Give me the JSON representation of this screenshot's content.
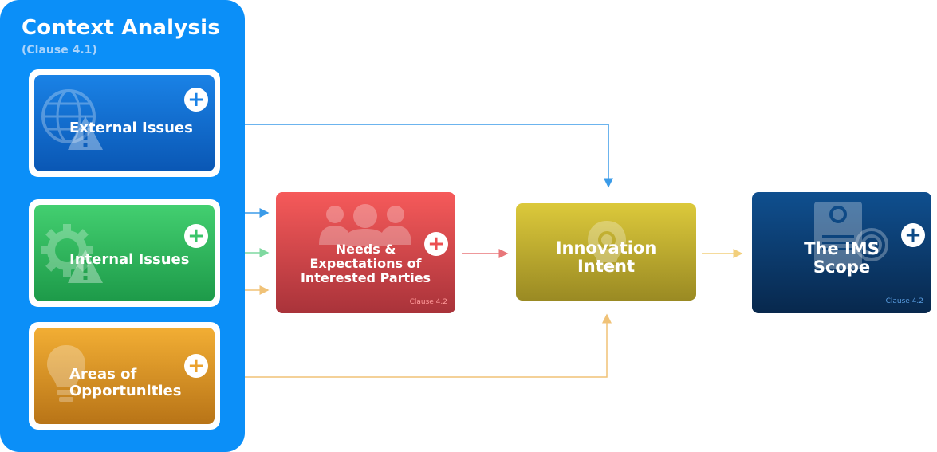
{
  "context_panel": {
    "title": "Context Analysis",
    "subtitle": "(Clause 4.1)",
    "color": "#0b8ff8"
  },
  "boxes": {
    "external": {
      "label": "External Issues",
      "plus": "+",
      "color": "#1a82e6",
      "icons": [
        "globe-icon",
        "warning-icon"
      ]
    },
    "internal": {
      "label": "Internal Issues",
      "plus": "+",
      "color": "#3bc56a",
      "icons": [
        "gear-icon",
        "warning-icon"
      ]
    },
    "opportunities": {
      "label_lines": [
        "Areas of",
        "Opportunities"
      ],
      "plus": "+",
      "color": "#eba22d",
      "icons": [
        "lightbulb-icon"
      ]
    },
    "needs": {
      "label_lines": [
        "Needs &",
        "Expectations of",
        "Interested Parties"
      ],
      "clause": "Clause 4.2",
      "plus": "+",
      "color": "#ec4f52",
      "icons": [
        "people-group-icon"
      ]
    },
    "innovation": {
      "label_lines": [
        "Innovation",
        "Intent"
      ],
      "color": "#d5c236",
      "icons": [
        "lightbulb-gear-icon"
      ]
    },
    "scope": {
      "label_lines": [
        "The IMS",
        "Scope"
      ],
      "clause": "Clause 4.2",
      "plus": "+",
      "color": "#0d4a86",
      "icons": [
        "document-gear-icon",
        "target-icon"
      ]
    }
  },
  "connector_colors": {
    "external": "#3b9be8",
    "internal": "#7fd9a0",
    "opportunities": "#f0c277",
    "needs": "#e8777a",
    "innovation": "#f2cf7c"
  }
}
